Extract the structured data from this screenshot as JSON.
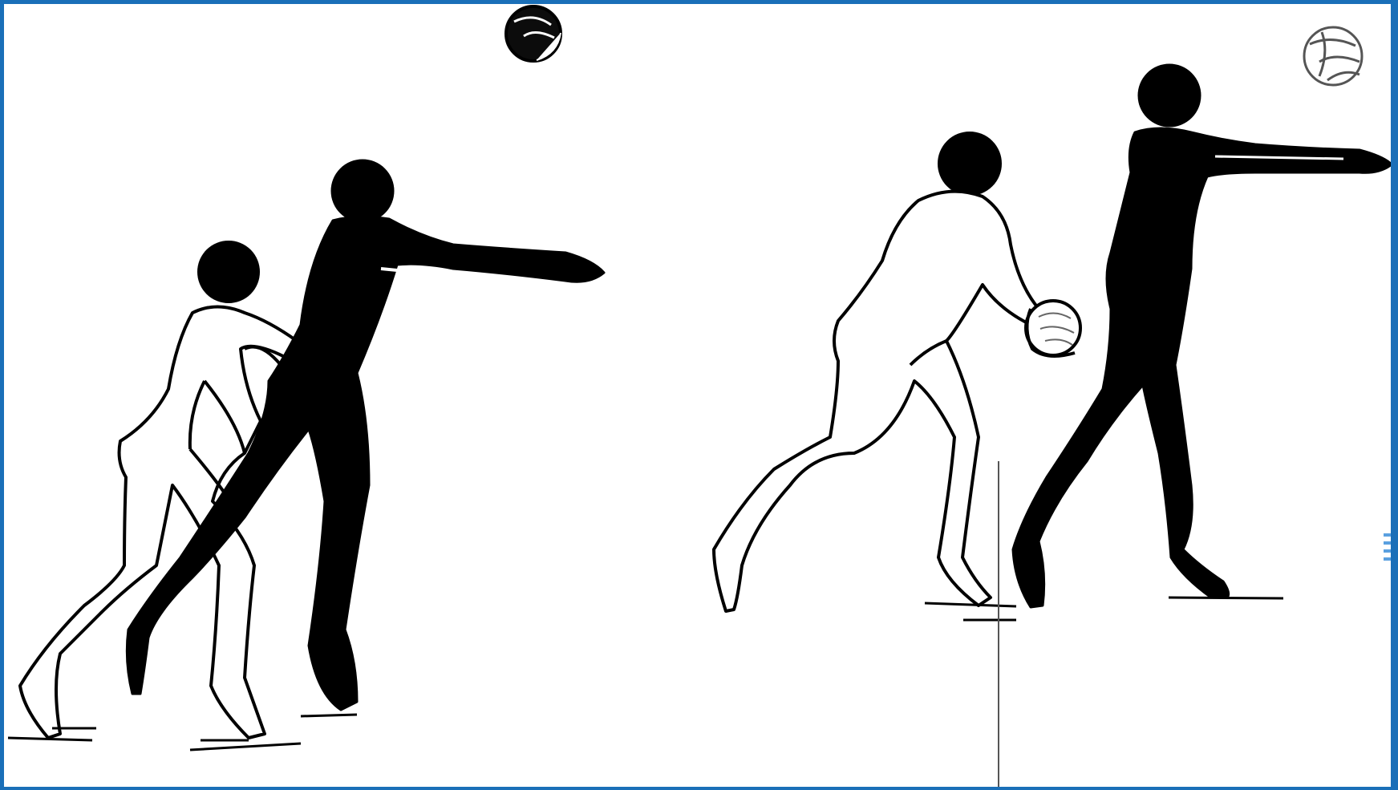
{
  "illustration": {
    "panels": [
      {
        "id": "left-panel",
        "ball_color": "dark"
      },
      {
        "id": "right-panel",
        "ball_color": "light"
      }
    ],
    "colors": {
      "frame": "#1a6fb8",
      "silhouette": "#000000",
      "outline": "#000000",
      "background": "#ffffff"
    }
  }
}
